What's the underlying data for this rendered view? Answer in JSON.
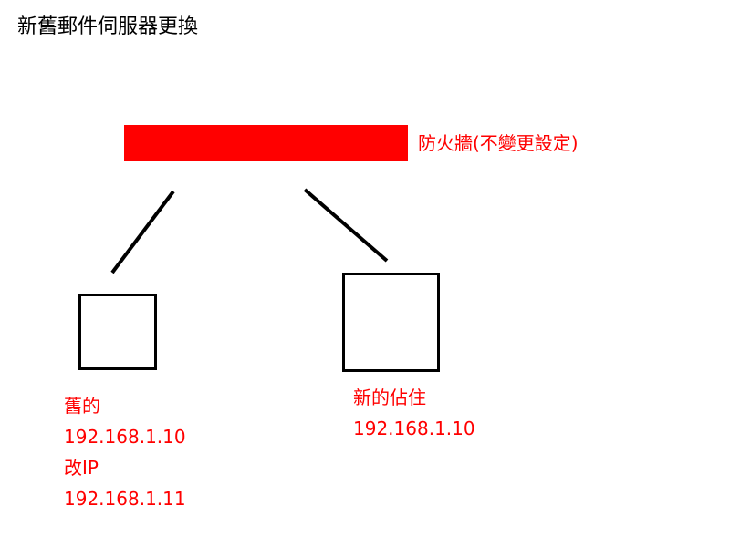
{
  "title": "新舊郵件伺服器更換",
  "firewall": {
    "label": "防火牆(不變更設定)",
    "color": "#ff0000"
  },
  "old_server": {
    "label": "舊的",
    "ip": "192.168.1.10",
    "change_label": "改IP",
    "new_ip": "192.168.1.11"
  },
  "new_server": {
    "label": "新的佔住",
    "ip": "192.168.1.10"
  }
}
